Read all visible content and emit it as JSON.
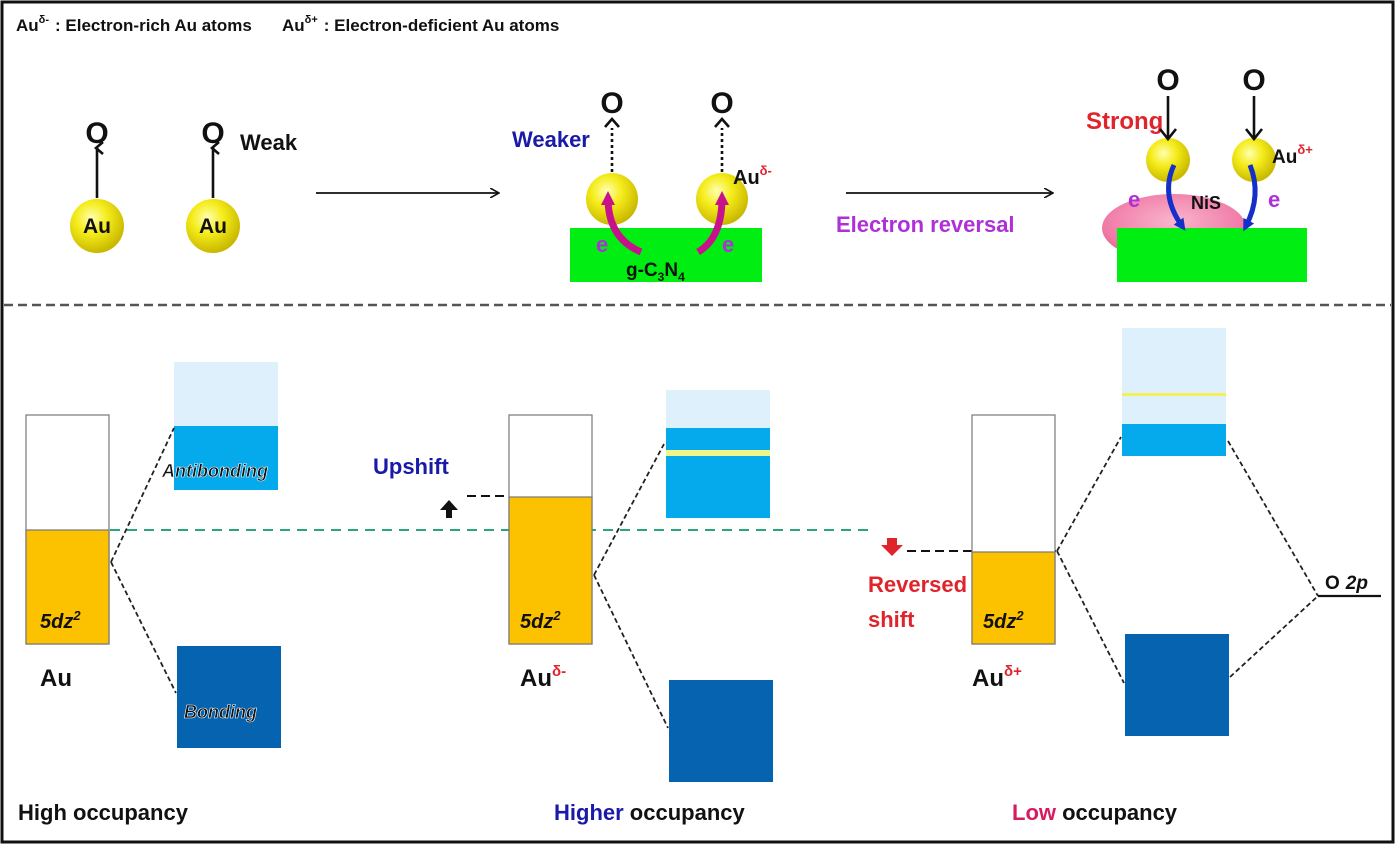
{
  "legend": {
    "rich": {
      "symbol": "Au",
      "sup": "δ-",
      "text": ": Electron-rich Au atoms"
    },
    "deficient": {
      "symbol": "Au",
      "sup": "δ+",
      "text": ": Electron-deficient Au atoms"
    }
  },
  "top": {
    "panel1": {
      "atom_label": "Au",
      "o_label": "O",
      "bond_label": "Weak"
    },
    "panel2": {
      "o_label": "O",
      "bond_label": "Weaker",
      "au_label": "Au",
      "au_sup": "δ-",
      "electron_label": "e",
      "support_label_base": "g-C",
      "support_sub1": "3",
      "support_mid": "N",
      "support_sub2": "4"
    },
    "arrow2_label": "Electron reversal",
    "panel3": {
      "o_label": "O",
      "bond_label": "Strong",
      "au_label": "Au",
      "au_sup": "δ+",
      "electron_label": "e",
      "cocatalyst_label": "NiS"
    }
  },
  "bottom": {
    "columns": [
      {
        "orbital_label": "5dz",
        "orbital_sup": "2",
        "atom_label": "Au",
        "atom_sup": "",
        "antibonding_label": "Antibonding",
        "bonding_label": "Bonding",
        "occupancy_prefix": "",
        "occupancy_word": "High",
        "occupancy_suffix": " occupancy",
        "d_fill_fraction": 0.56
      },
      {
        "orbital_label": "5dz",
        "orbital_sup": "2",
        "atom_label": "Au",
        "atom_sup": "δ-",
        "shift_label": "Upshift",
        "occupancy_word": "Higher",
        "occupancy_suffix": " occupancy",
        "d_fill_fraction": 0.65
      },
      {
        "orbital_label": "5dz",
        "orbital_sup": "2",
        "atom_label": "Au",
        "atom_sup": "δ+",
        "shift_label_line1": "Reversed",
        "shift_label_line2": "shift",
        "occupancy_word": "Low",
        "occupancy_suffix": " occupancy",
        "d_fill_fraction": 0.4
      }
    ],
    "o2p_label": "O",
    "o2p_orbital": "2p"
  },
  "colors": {
    "gold": "#fcc200",
    "au_sphere": "#f2e600",
    "antibonding_light": "#def0fb",
    "antibonding": "#05aaec",
    "bonding": "#0563b0",
    "support_green": "#00ee11",
    "nis_pink": "#f06a9a",
    "fermi_line": "#2aa67a",
    "electron_arrow_magenta": "#c8128c",
    "electron_arrow_blue": "#1530c8"
  }
}
